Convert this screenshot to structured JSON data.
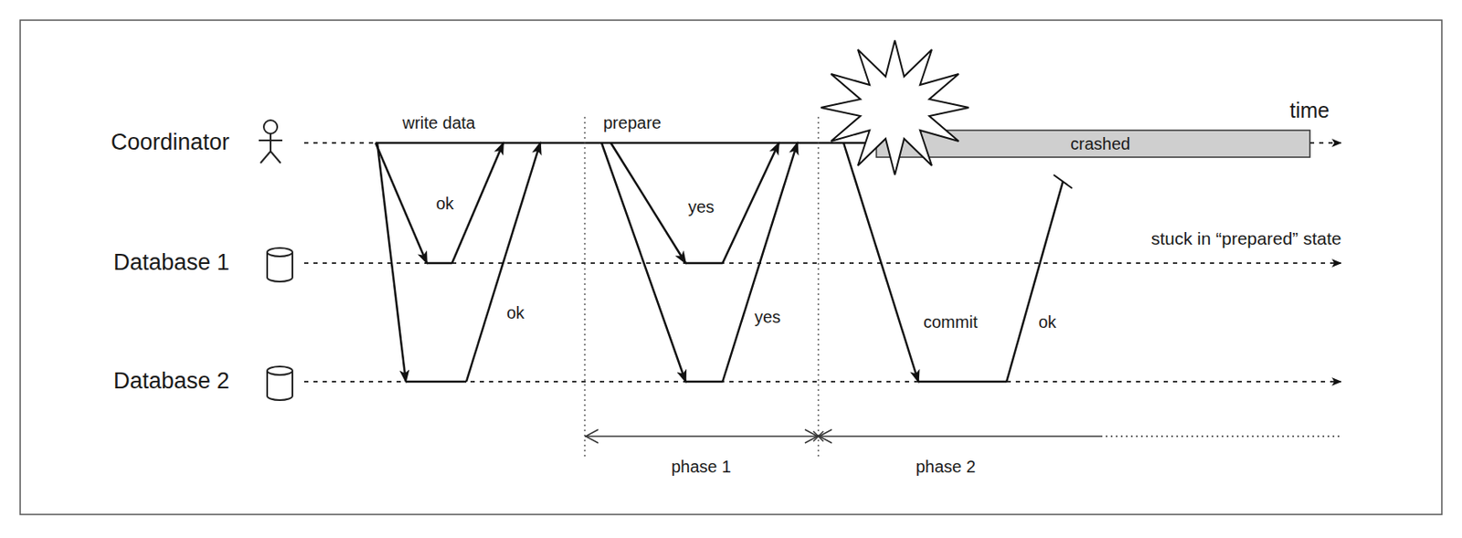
{
  "diagram": {
    "labels": [
      "time",
      "Coordinator",
      "write data",
      "prepare",
      "crashed",
      "ok",
      "yes",
      "stuck in “prepared” state",
      "Database 1",
      "ok",
      "yes",
      "commit",
      "ok",
      "Database 2",
      "phase 1",
      "phase 2"
    ]
  }
}
